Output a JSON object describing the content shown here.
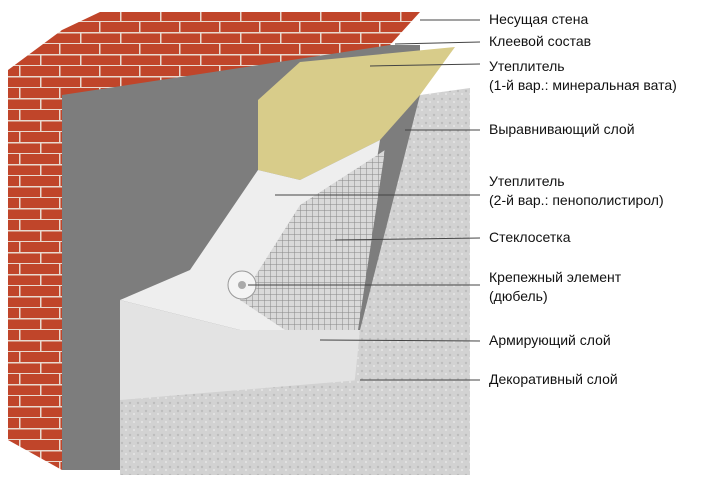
{
  "labels": [
    {
      "id": "load-bearing-wall",
      "lines": [
        "Несущая стена"
      ]
    },
    {
      "id": "adhesive",
      "lines": [
        "Клеевой состав"
      ]
    },
    {
      "id": "insulation-1",
      "lines": [
        "Утеплитель",
        "(1-й вар.: минеральная вата)"
      ]
    },
    {
      "id": "leveling-layer",
      "lines": [
        "Выравнивающий слой"
      ]
    },
    {
      "id": "insulation-2",
      "lines": [
        "Утеплитель",
        "(2-й вар.: пенополистирол)"
      ]
    },
    {
      "id": "fiberglass-mesh",
      "lines": [
        "Стеклосетка"
      ]
    },
    {
      "id": "fastener",
      "lines": [
        "Крепежный элемент",
        "(дюбель)"
      ]
    },
    {
      "id": "reinforcing-layer",
      "lines": [
        "Армирующий слой"
      ]
    },
    {
      "id": "decorative-layer",
      "lines": [
        "Декоративный слой"
      ]
    }
  ],
  "colors": {
    "brick": "#c0452a",
    "mortar": "#e9d9cf",
    "adhesive": "#7d7d7d",
    "wool": "#d8cc8a",
    "foam": "#eeeeee",
    "plaster": "#d4d4d4"
  }
}
